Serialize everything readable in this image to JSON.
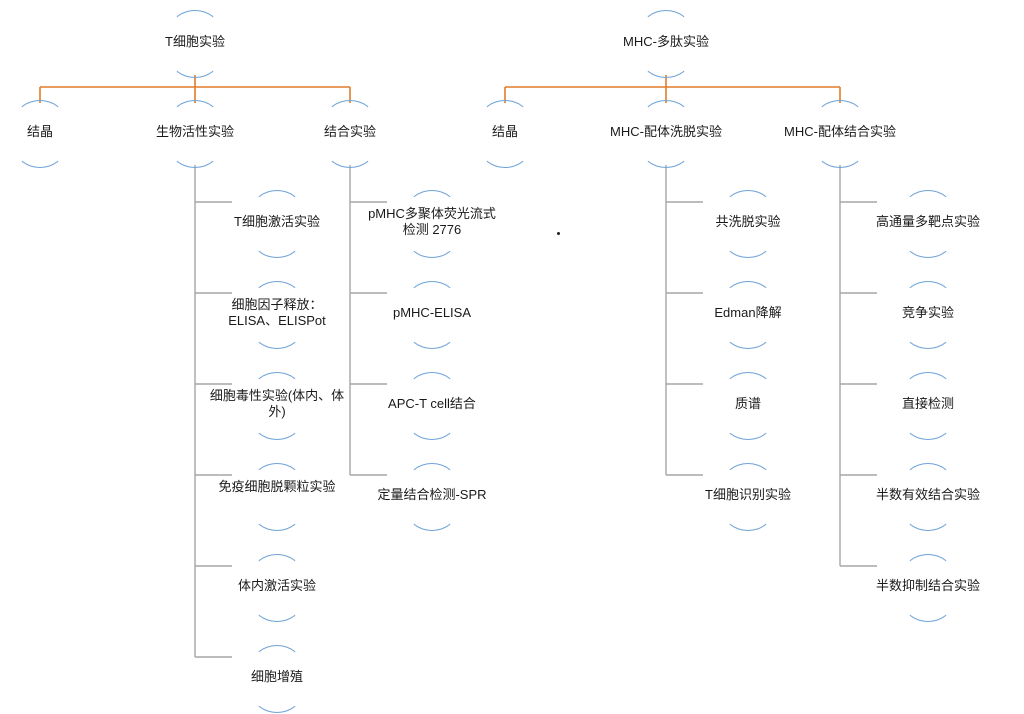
{
  "trees": [
    {
      "root": "T细胞实验",
      "branches": [
        {
          "label": "结晶",
          "children": []
        },
        {
          "label": "生物活性实验",
          "children": [
            "T细胞激活实验",
            "细胞因子释放：ELISA、ELISPot",
            "细胞毒性实验(体内、体外)",
            "免疫细胞脱颗粒实验",
            "体内激活实验",
            "细胞增殖"
          ]
        },
        {
          "label": "结合实验",
          "children": [
            "pMHC多聚体荧光流式检测 2776",
            "pMHC-ELISA",
            "APC-T cell结合",
            "定量结合检测-SPR"
          ]
        }
      ]
    },
    {
      "root": "MHC-多肽实验",
      "branches": [
        {
          "label": "结晶",
          "children": []
        },
        {
          "label": "MHC-配体洗脱实验",
          "children": [
            "共洗脱实验",
            "Edman降解",
            "质谱",
            "T细胞识别实验"
          ]
        },
        {
          "label": "MHC-配体结合实验",
          "children": [
            "高通量多靶点实验",
            "竞争实验",
            "直接检测",
            "半数有效结合实验",
            "半数抑制结合实验"
          ]
        }
      ]
    }
  ],
  "colors": {
    "top_connector": "#e07b2a",
    "child_connector": "#a6a6a6",
    "node_arc": "#6fa3d8"
  }
}
